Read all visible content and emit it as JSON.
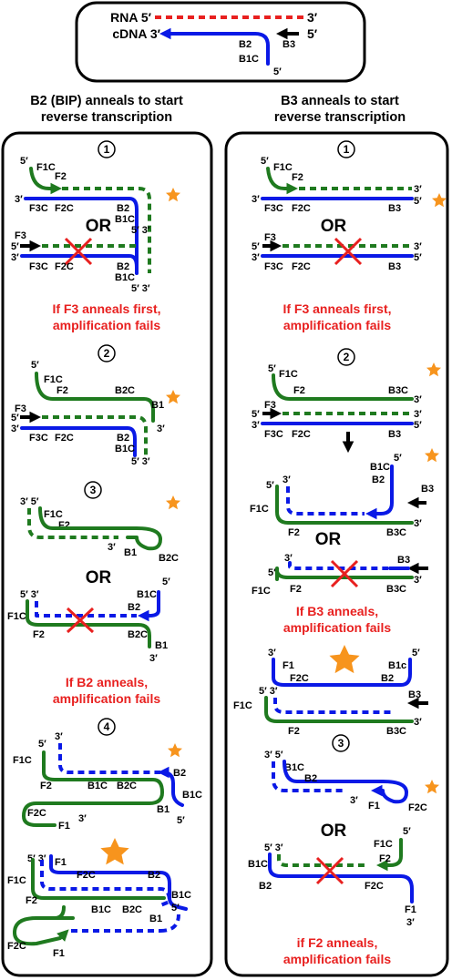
{
  "top": {
    "rna": "RNA 5′",
    "rna_end": "3′",
    "cdna": "cDNA 3′",
    "cdna_end": "5′",
    "b2": "B2",
    "b3": "B3",
    "b1c": "B1C",
    "end5": "5′"
  },
  "left": {
    "header1": "B2 (BIP) anneals to start",
    "header2": "reverse transcription",
    "step1": "1",
    "step2": "2",
    "step3": "3",
    "step4": "4",
    "or": "OR",
    "fail1a": "If F3 anneals first,",
    "fail1b": "amplification fails",
    "fail2a": "If B2 anneals,",
    "fail2b": "amplification fails"
  },
  "right": {
    "header1": "B3 anneals to start",
    "header2": "reverse transcription",
    "step1": "1",
    "step2": "2",
    "step3": "3",
    "or": "OR",
    "fail1a": "If F3 anneals first,",
    "fail1b": "amplification fails",
    "fail2a": "If B3 anneals,",
    "fail2b": "amplification fails",
    "fail3a": "if F2 anneals,",
    "fail3b": "amplification fails"
  },
  "labels": {
    "p5": "5′",
    "p3": "3′",
    "p53": "5′ 3′",
    "p35": "3′ 5′",
    "F1C": "F1C",
    "F2": "F2",
    "F3": "F3",
    "F3C": "F3C",
    "F2C": "F2C",
    "F1": "F1",
    "B2": "B2",
    "B1C": "B1C",
    "B1": "B1",
    "B2C": "B2C",
    "B3": "B3",
    "B3C": "B3C",
    "B1c": "B1c"
  },
  "colors": {
    "rna": "#e8201f",
    "cdna": "#0a19e6",
    "primer": "#1f7a1f",
    "fail_text": "#e8201f",
    "star": "#f7941d"
  }
}
